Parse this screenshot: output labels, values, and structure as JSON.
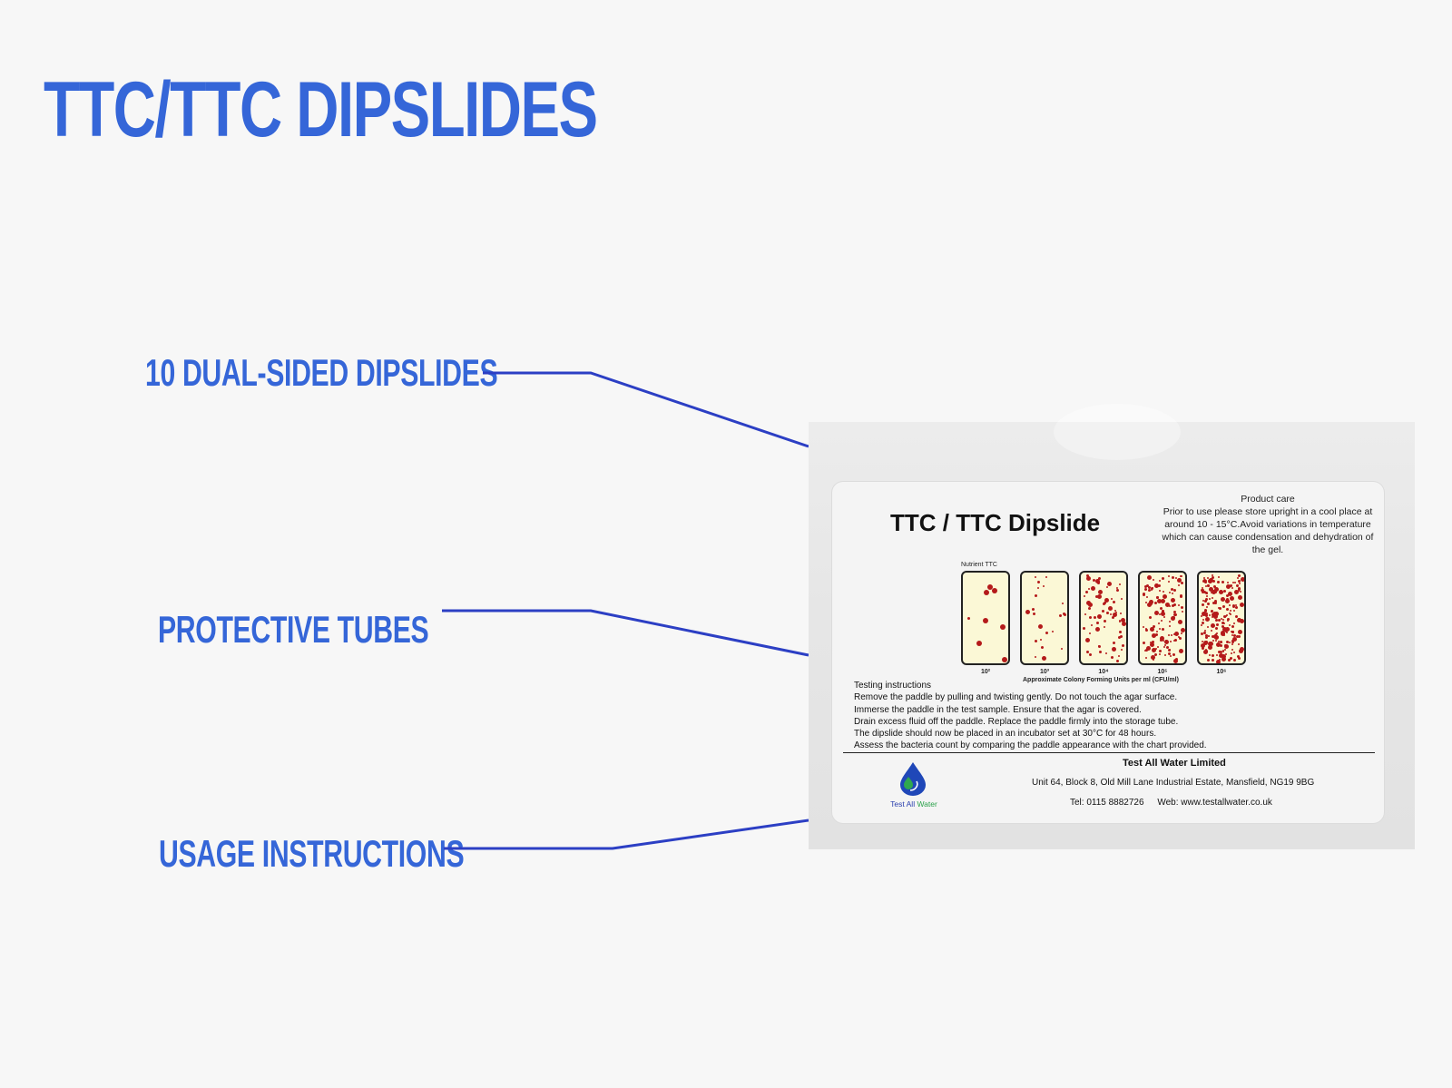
{
  "page": {
    "title": "TTC/TTC DIPSLIDES",
    "accent_color": "#3566d8",
    "line_color": "#2c3fc4",
    "callouts": [
      {
        "label": "10 DUAL-SIDED DIPSLIDES"
      },
      {
        "label": "PROTECTIVE TUBES"
      },
      {
        "label": "USAGE INSTRUCTIONS"
      }
    ]
  },
  "product_label": {
    "title": "TTC / TTC Dipslide",
    "care_heading": "Product care",
    "care_text": "Prior to use please store upright in a cool place at around 10 - 15°C.Avoid variations in temperature which can cause condensation and dehydration of the gel.",
    "slide_caption": "Nutrient TTC",
    "slide_ticks": [
      "10²",
      "10³",
      "10⁴",
      "10⁵",
      "10⁶"
    ],
    "cfu_label": "Approximate Colony Forming Units per ml (CFU/ml)",
    "instructions_heading": "Testing instructions",
    "instructions": [
      "Remove the paddle by pulling and twisting gently. Do not touch the agar surface.",
      "Immerse the paddle in the test sample. Ensure that the agar is covered.",
      "Drain excess fluid off the paddle. Replace the paddle firmly into the storage tube.",
      "The dipslide should now be placed in an incubator set at 30°C for 48 hours.",
      "Assess the bacteria count by comparing the paddle appearance with the chart provided."
    ],
    "company": "Test All Water Limited",
    "address": "Unit 64, Block 8, Old Mill Lane Industrial Estate, Mansfield, NG19 9BG",
    "tel": "Tel: 0115 8882726",
    "web": "Web: www.testallwater.co.uk",
    "logo_text_1": "Test All",
    "logo_text_2": "Water",
    "dot_color": "#b41a1a",
    "agar_color": "#fbf8d6"
  }
}
